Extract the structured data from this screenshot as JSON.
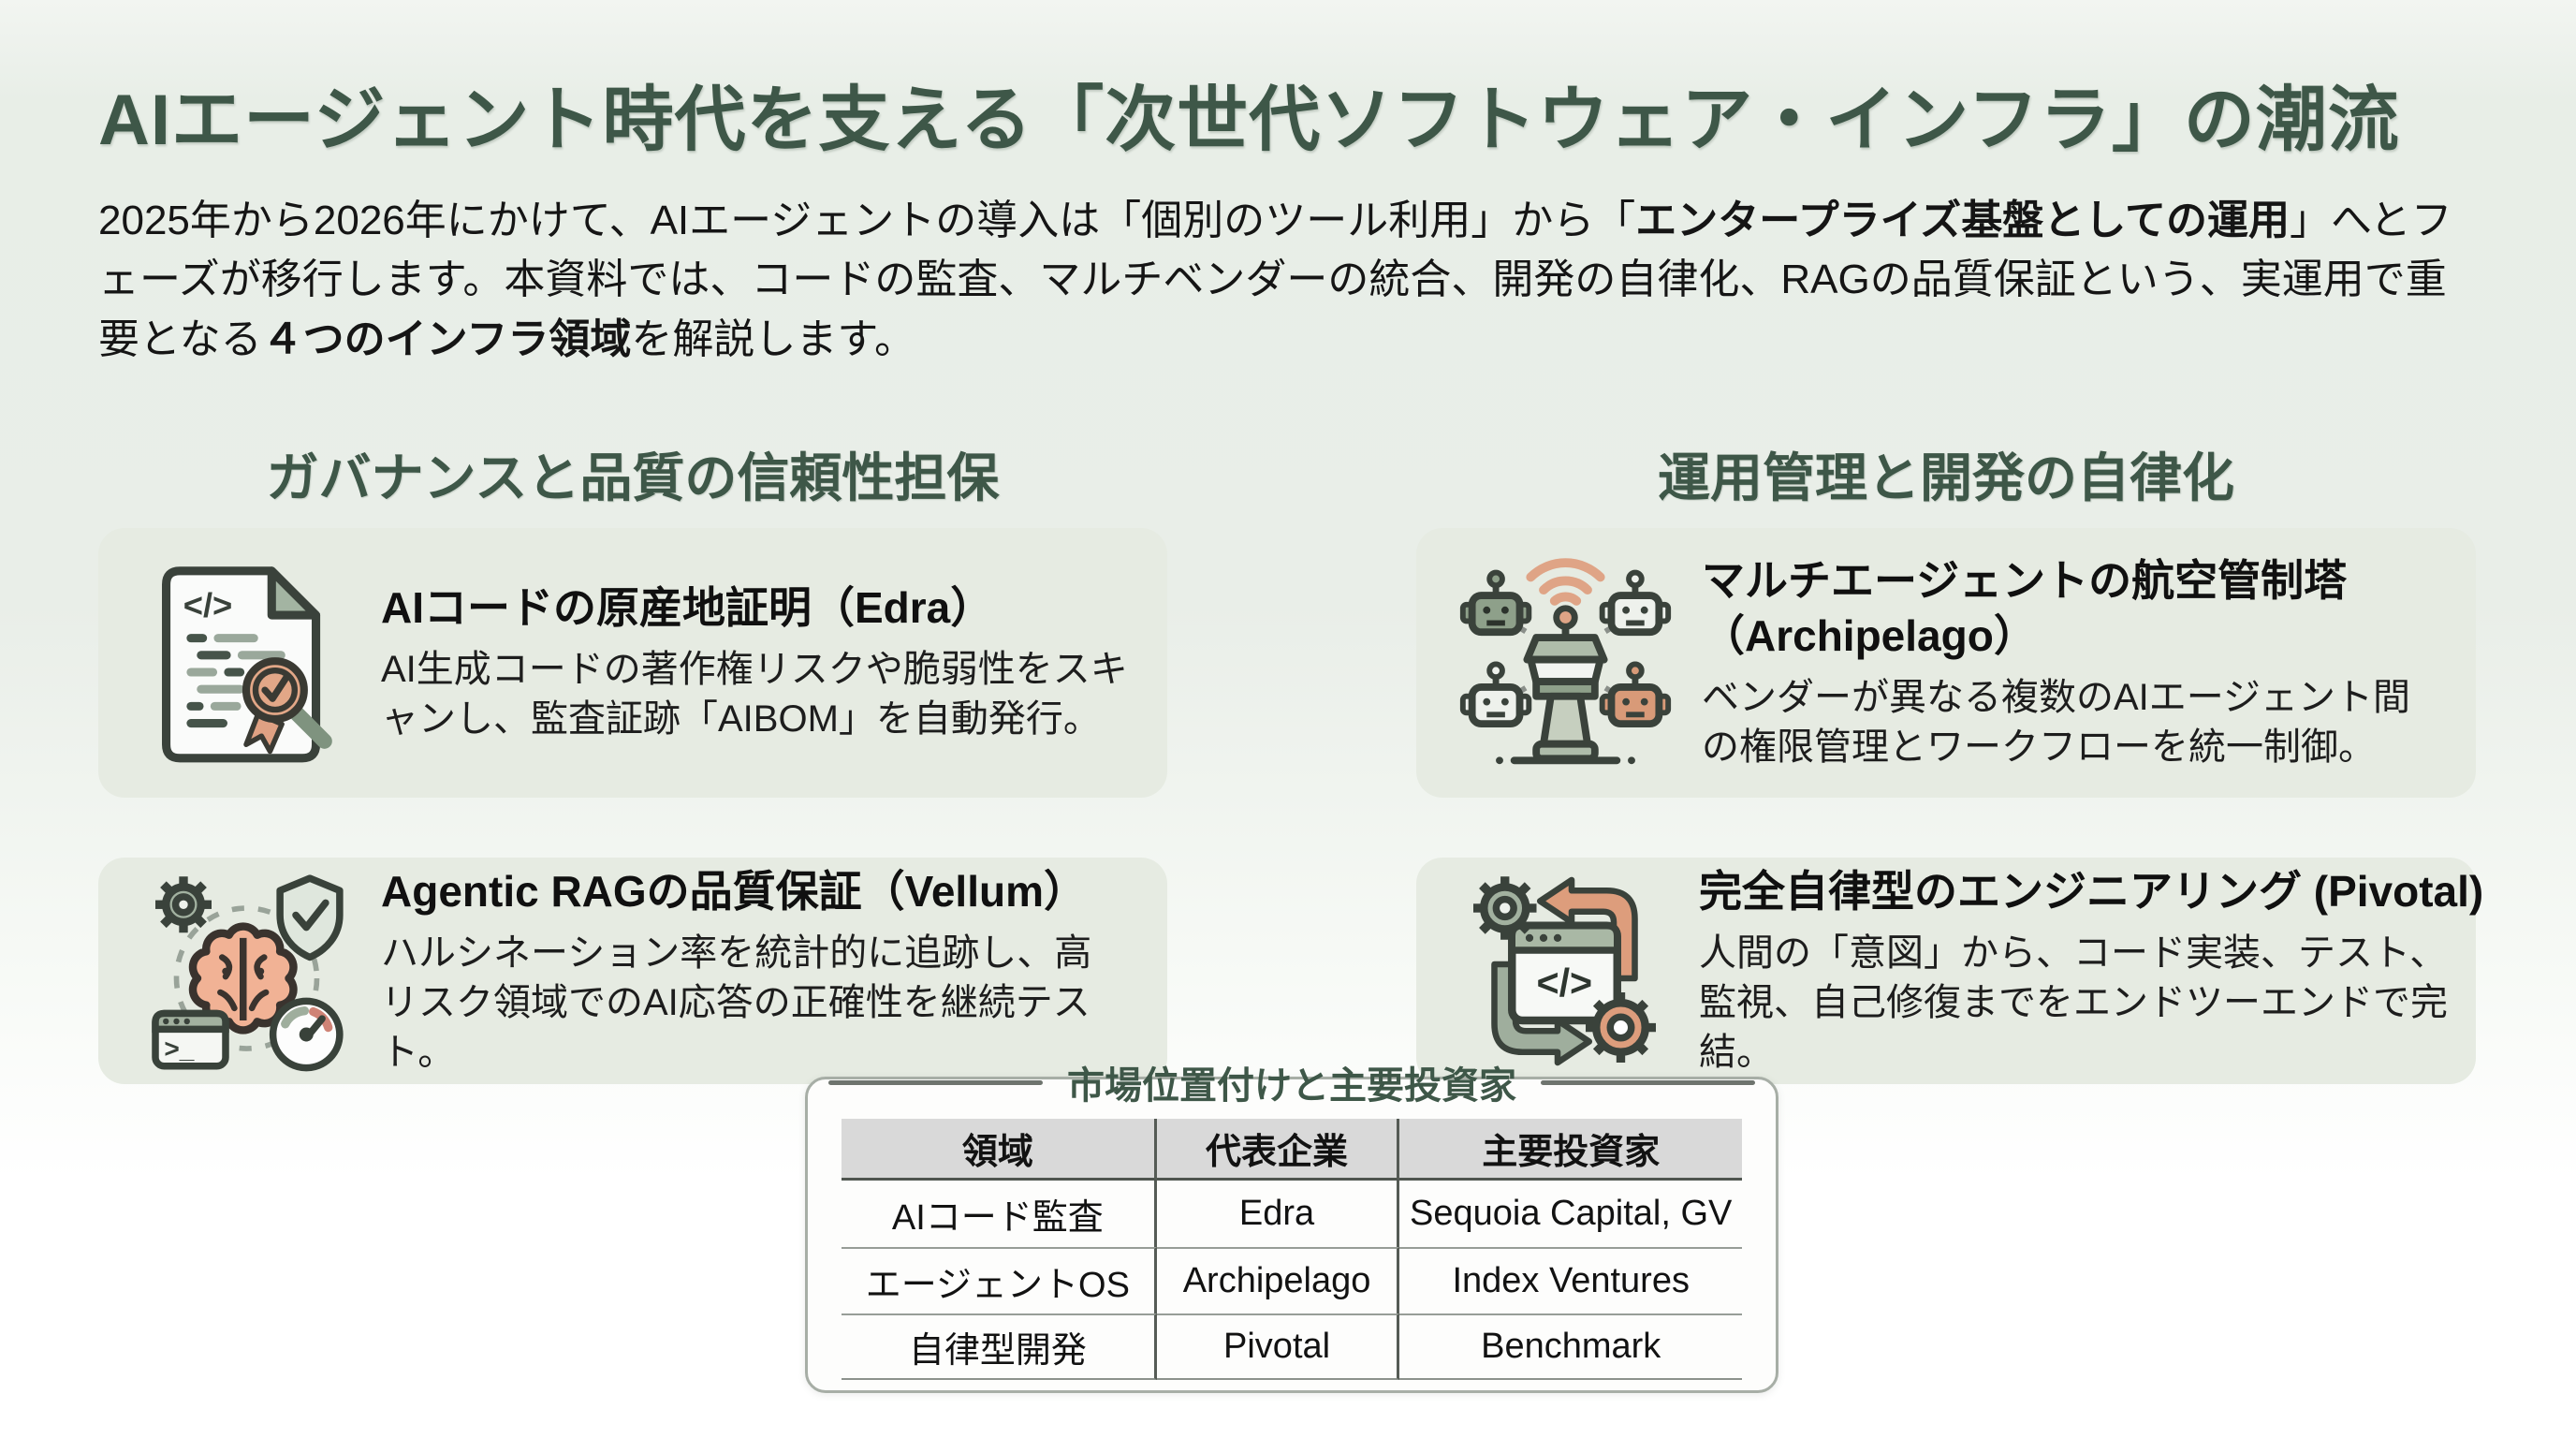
{
  "slide": {
    "title": "AIエージェント時代を支える「次世代ソフトウェア・インフラ」の潮流",
    "intro": {
      "s1": "2025年から2026年にかけて、AIエージェントの導入は「個別のツール利用」から「",
      "s2_bold": "エンタープライズ基盤としての運用",
      "s3": "」へとフェーズが移行します。本資料では、コードの監査、マルチベンダーの統合、開発の自律化、RAGの品質保証という、実運用で重要となる",
      "s4_bold": "４つのインフラ領域",
      "s5": "を解説します。"
    }
  },
  "sections": [
    {
      "header": "ガバナンスと品質の信頼性担保",
      "cards": [
        {
          "icon": "code-provenance-document-icon",
          "title": "AIコードの原産地証明（Edra）",
          "body": "AI生成コードの著作権リスクや脆弱性をスキャンし、監査証跡「AIBOM」を自動発行。"
        },
        {
          "icon": "rag-quality-brain-icon",
          "title": "Agentic RAGの品質保証（Vellum）",
          "body": "ハルシネーション率を統計的に追跡し、高リスク領域でのAI応答の正確性を継続テスト。"
        }
      ]
    },
    {
      "header": "運用管理と開発の自律化",
      "cards": [
        {
          "icon": "multi-agent-control-tower-icon",
          "title": "マルチエージェントの航空管制塔（Archipelago）",
          "body": "ベンダーが異なる複数のAIエージェント間の権限管理とワークフローを統一制御。"
        },
        {
          "icon": "autonomous-engineering-icon",
          "title": "完全自律型のエンジニアリング (Pivotal)",
          "body": "人間の「意図」から、コード実装、テスト、監視、自己修復までをエンドツーエンドで完結。"
        }
      ]
    }
  ],
  "market_table": {
    "legend": "市場位置付けと主要投資家",
    "headers": [
      "領域",
      "代表企業",
      "主要投資家"
    ],
    "rows": [
      [
        "AIコード監査",
        "Edra",
        "Sequoia Capital, GV"
      ],
      [
        "エージェントOS",
        "Archipelago",
        "Index Ventures"
      ],
      [
        "自律型開発",
        "Pivotal",
        "Benchmark"
      ]
    ]
  },
  "colors": {
    "accent_green": "#3e5748",
    "card_background": "#e6ebe2",
    "table_header_background": "#d9d9d9",
    "icon_salmon": "#dfa183",
    "icon_sage": "#9fae9d"
  }
}
